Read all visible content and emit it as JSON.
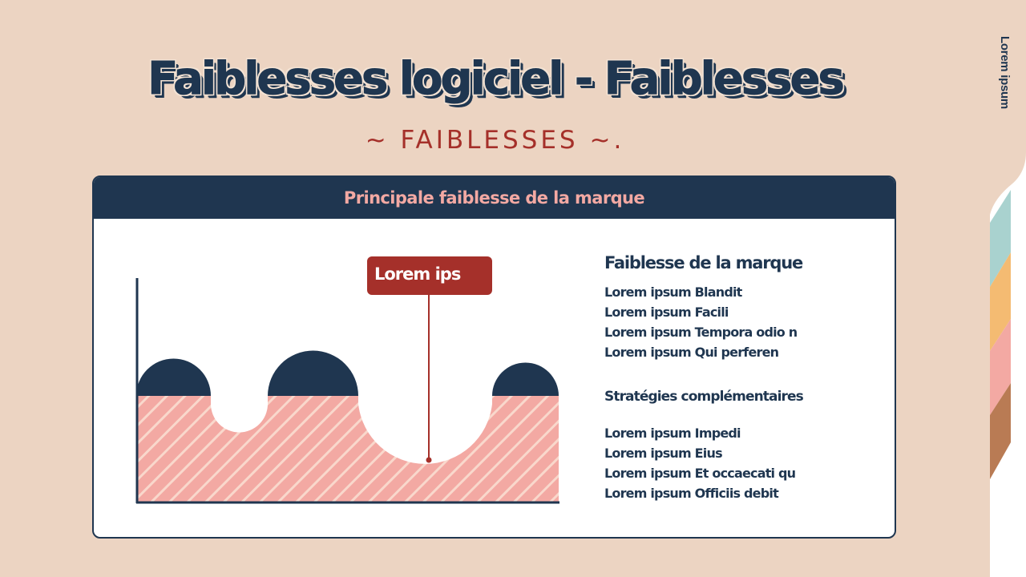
{
  "colors": {
    "background": "#ecd4c2",
    "navy": "#1f3650",
    "accent_red": "#a5302a",
    "pink": "#f3a9a3",
    "tab_teal": "#a9d2cf",
    "tab_orange": "#f4bb72",
    "tab_pink": "#f3a9a3",
    "tab_brown": "#b97b54"
  },
  "side_tab": {
    "label": "Lorem ipsum"
  },
  "header": {
    "title": "Faiblesses logiciel - Faiblesses",
    "subtitle": "~ FAIBLESSES ~."
  },
  "card": {
    "title": "Principale faiblesse de la marque",
    "callout_label": "Lorem ips",
    "info": {
      "heading": "Faiblesse de la marque",
      "items": [
        "Lorem ipsum Blandit",
        "Lorem ipsum Facili",
        "Lorem ipsum Tempora odio n",
        "Lorem ipsum Qui perferen"
      ],
      "subheading": "Stratégies complémentaires",
      "strategies": [
        "Lorem ipsum Impedi",
        "Lorem ipsum Eius",
        "Lorem ipsum Et occaecati qu",
        "Lorem ipsum Officiis debit"
      ]
    }
  },
  "chart_data": {
    "type": "area",
    "title": "Principale faiblesse de la marque",
    "xlabel": "",
    "ylabel": "",
    "grid": false,
    "baseline_level": 0,
    "segments": [
      {
        "kind": "bump",
        "x_start": 0,
        "x_end": 0.17,
        "height": 0.34
      },
      {
        "kind": "dip",
        "x_start": 0.17,
        "x_end": 0.31,
        "depth": 0.27
      },
      {
        "kind": "bump",
        "x_start": 0.31,
        "x_end": 0.52,
        "height": 0.41
      },
      {
        "kind": "dip",
        "x_start": 0.52,
        "x_end": 0.84,
        "depth": 0.63
      },
      {
        "kind": "bump",
        "x_start": 0.84,
        "x_end": 1.0,
        "height": 0.31
      }
    ],
    "annotations": [
      {
        "label": "Lorem ips",
        "x": 0.68,
        "target": "deepest dip"
      }
    ]
  }
}
